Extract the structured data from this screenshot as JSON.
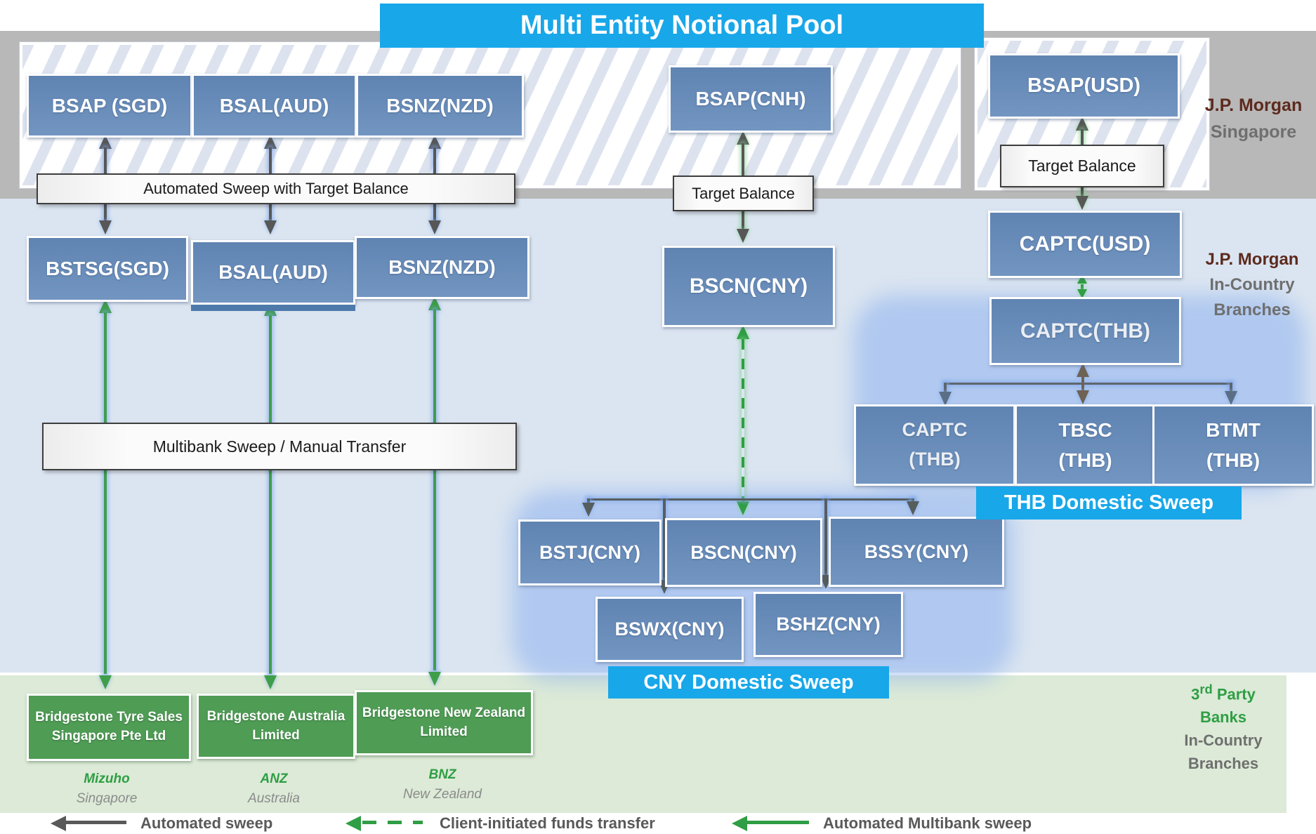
{
  "title": "Multi Entity Notional Pool",
  "labels": {
    "automated_sweep": "Automated Sweep with Target Balance",
    "target_balance_cnh": "Target Balance",
    "target_balance_usd": "Target Balance",
    "multibank": "Multibank Sweep / Manual Transfer",
    "thb_sweep": "THB Domestic Sweep",
    "cny_sweep": "CNY Domestic Sweep"
  },
  "entities": {
    "bsap_sgd": "BSAP (SGD)",
    "bsal_aud_top": "BSAL(AUD)",
    "bsnz_nzd_top": "BSNZ(NZD)",
    "bsap_cnh": "BSAP(CNH)",
    "bsap_usd": "BSAP(USD)",
    "bstsg_sgd": "BSTSG(SGD)",
    "bsal_aud_mid": "BSAL(AUD)",
    "bsnz_nzd_mid": "BSNZ(NZD)",
    "bscn_cny": "BSCN(CNY)",
    "captc_usd": "CAPTC(USD)",
    "captc_thb": "CAPTC(THB)",
    "captc_thb_branch": [
      "CAPTC",
      "(THB)"
    ],
    "tbsc_thb": [
      "TBSC",
      "(THB)"
    ],
    "btmt_thb": [
      "BTMT",
      "(THB)"
    ],
    "bstj_cny": "BSTJ(CNY)",
    "bscn_cny_branch": "BSCN(CNY)",
    "bssy_cny": "BSSY(CNY)",
    "bswx_cny": "BSWX(CNY)",
    "bshz_cny": "BSHZ(CNY)",
    "bridgestone_sg": [
      "Bridgestone Tyre Sales",
      "Singapore Pte Ltd"
    ],
    "bridgestone_au": [
      "Bridgestone Australia",
      "Limited"
    ],
    "bridgestone_nz": [
      "Bridgestone New Zealand",
      "Limited"
    ]
  },
  "annotations": {
    "jpm_singapore": [
      "J.P. Morgan",
      "Singapore"
    ],
    "jpm_in_country": [
      "J.P. Morgan",
      "In-Country",
      "Branches"
    ],
    "third_party": {
      "num": "3",
      "sup": "rd",
      "rest": " Party",
      "line2": "Banks",
      "line3": "In-Country",
      "line4": "Branches"
    }
  },
  "banks": [
    {
      "name": "Mizuho",
      "country": "Singapore"
    },
    {
      "name": "ANZ",
      "country": "Australia"
    },
    {
      "name": "BNZ",
      "country": "New Zealand"
    }
  ],
  "legend": [
    {
      "label": "Automated sweep",
      "style": "gray-solid"
    },
    {
      "label": "Client-initiated funds transfer",
      "style": "green-dashed"
    },
    {
      "label": "Automated Multibank sweep",
      "style": "green-solid"
    }
  ],
  "colors": {
    "banner_cyan": "#18a7e9",
    "entity_blue": "#6a8eba",
    "green_box": "#4f9c55",
    "arrow_gray": "#575757",
    "arrow_green": "#2f9e44",
    "jpm_maroon": "#5d2a1d",
    "band_gray": "#b8b8b8",
    "band_blue": "#dbe5f1",
    "band_green": "#dcead7"
  }
}
